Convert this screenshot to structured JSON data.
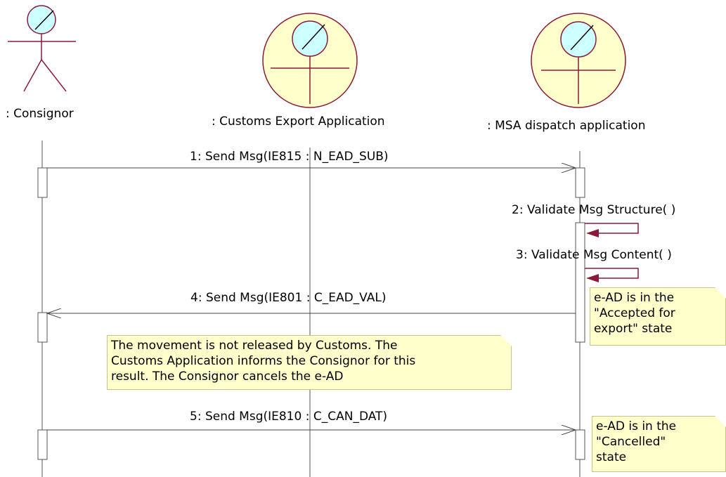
{
  "lifelines": [
    {
      "id": "consignor",
      "label": ": Consignor",
      "kind": "actor"
    },
    {
      "id": "customs",
      "label": ": Customs Export Application",
      "kind": "boundary"
    },
    {
      "id": "msa",
      "label": ": MSA dispatch application",
      "kind": "boundary"
    }
  ],
  "messages": [
    {
      "label": "1: Send Msg(IE815 : N_EAD_SUB)",
      "from": "consignor",
      "to": "msa"
    },
    {
      "label": "2: Validate Msg Structure( )",
      "from": "msa",
      "to": "msa"
    },
    {
      "label": "3: Validate Msg Content( )",
      "from": "msa",
      "to": "msa"
    },
    {
      "label": "4: Send Msg(IE801 : C_EAD_VAL)",
      "from": "msa",
      "to": "consignor"
    },
    {
      "label": "5: Send Msg(IE810 : C_CAN_DAT)",
      "from": "consignor",
      "to": "msa"
    }
  ],
  "notes": {
    "accepted": {
      "lines": [
        "e-AD is in the",
        "\"Accepted for",
        "export\" state"
      ]
    },
    "movement": {
      "lines": [
        "The movement is not released by Customs. The",
        "Customs Application informs the Consignor for this",
        "result. The Consignor cancels the e-AD"
      ]
    },
    "cancelled": {
      "lines": [
        "e-AD is in the",
        "\"Cancelled\"",
        "state"
      ]
    }
  },
  "colors": {
    "figure_stroke": "#8b1a3a",
    "boundary_fill": "#ffffcc",
    "icon_fill": "#ccffff",
    "note_fill": "#ffffcc",
    "line": "#444444"
  }
}
